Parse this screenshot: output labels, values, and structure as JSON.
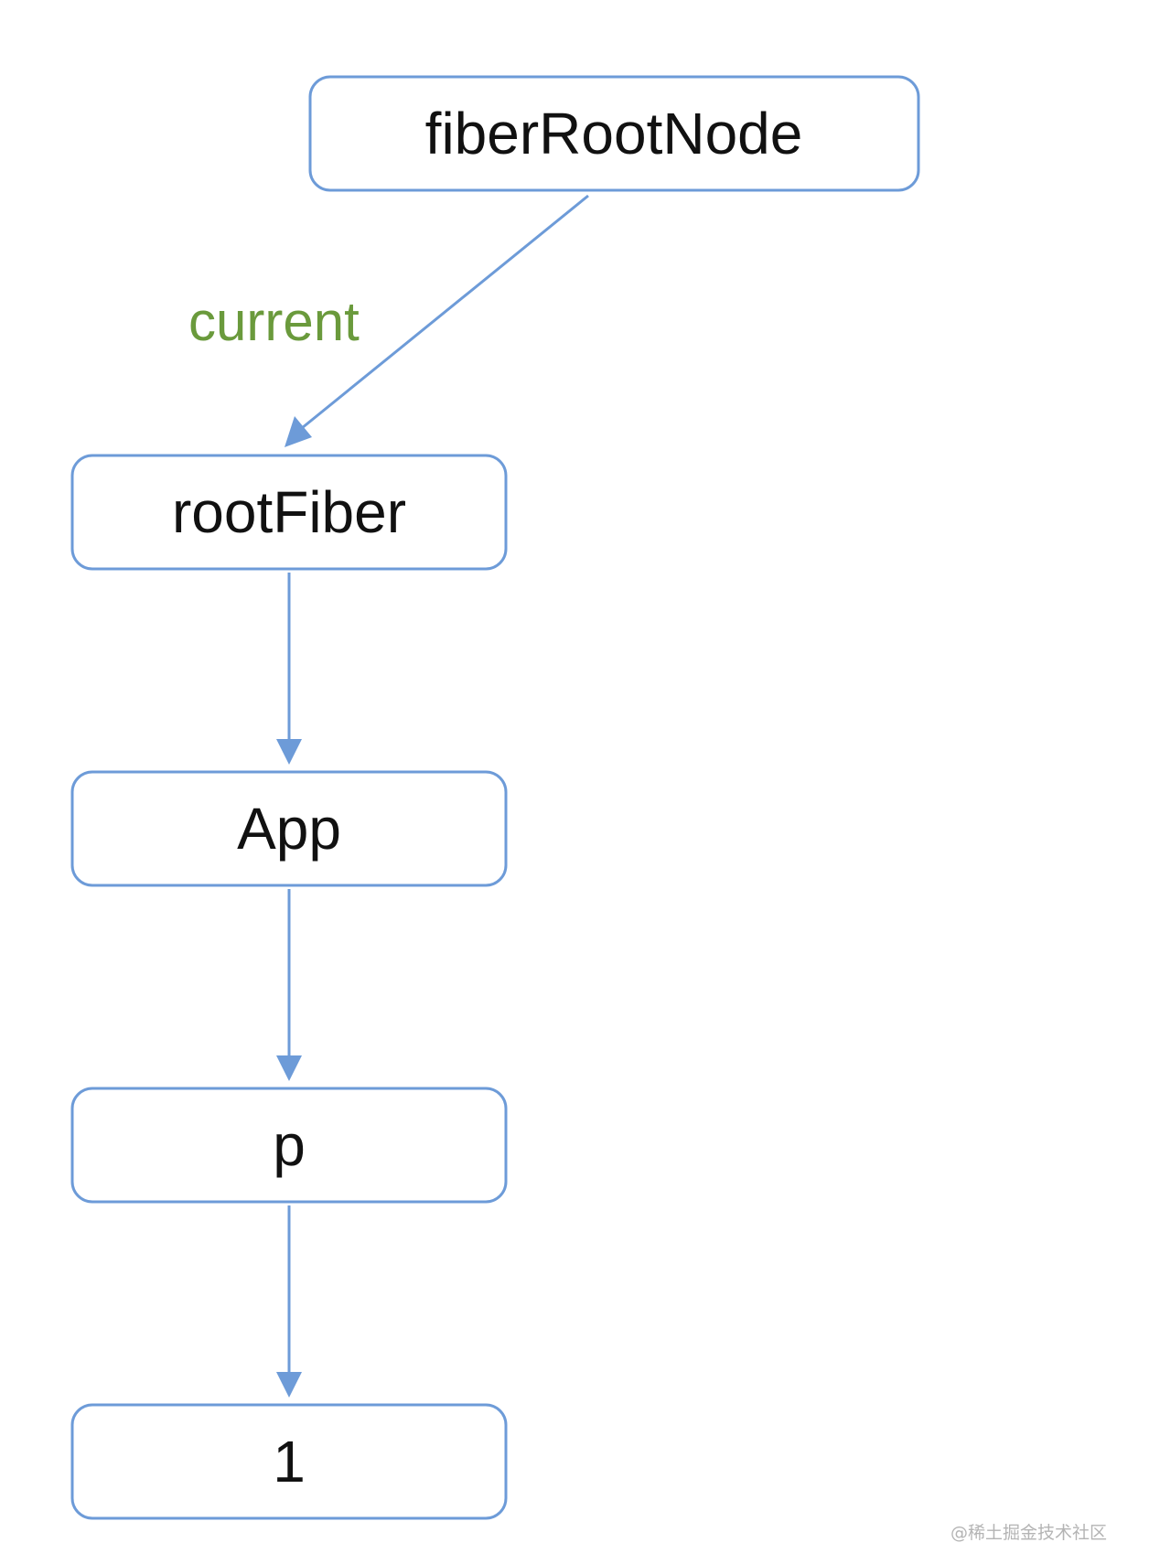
{
  "diagram": {
    "nodes": [
      {
        "id": "fiberRootNode",
        "label": "fiberRootNode"
      },
      {
        "id": "rootFiber",
        "label": "rootFiber"
      },
      {
        "id": "App",
        "label": "App"
      },
      {
        "id": "p",
        "label": "p"
      },
      {
        "id": "text1",
        "label": "1"
      }
    ],
    "edges": [
      {
        "from": "fiberRootNode",
        "to": "rootFiber",
        "label": "current"
      },
      {
        "from": "rootFiber",
        "to": "App",
        "label": ""
      },
      {
        "from": "App",
        "to": "p",
        "label": ""
      },
      {
        "from": "p",
        "to": "text1",
        "label": ""
      }
    ],
    "colors": {
      "border": "#6d9bd8",
      "arrow": "#6d9bd8",
      "edge_label": "#6a9a3c",
      "text": "#111111"
    }
  },
  "watermark": "@稀土掘金技术社区"
}
